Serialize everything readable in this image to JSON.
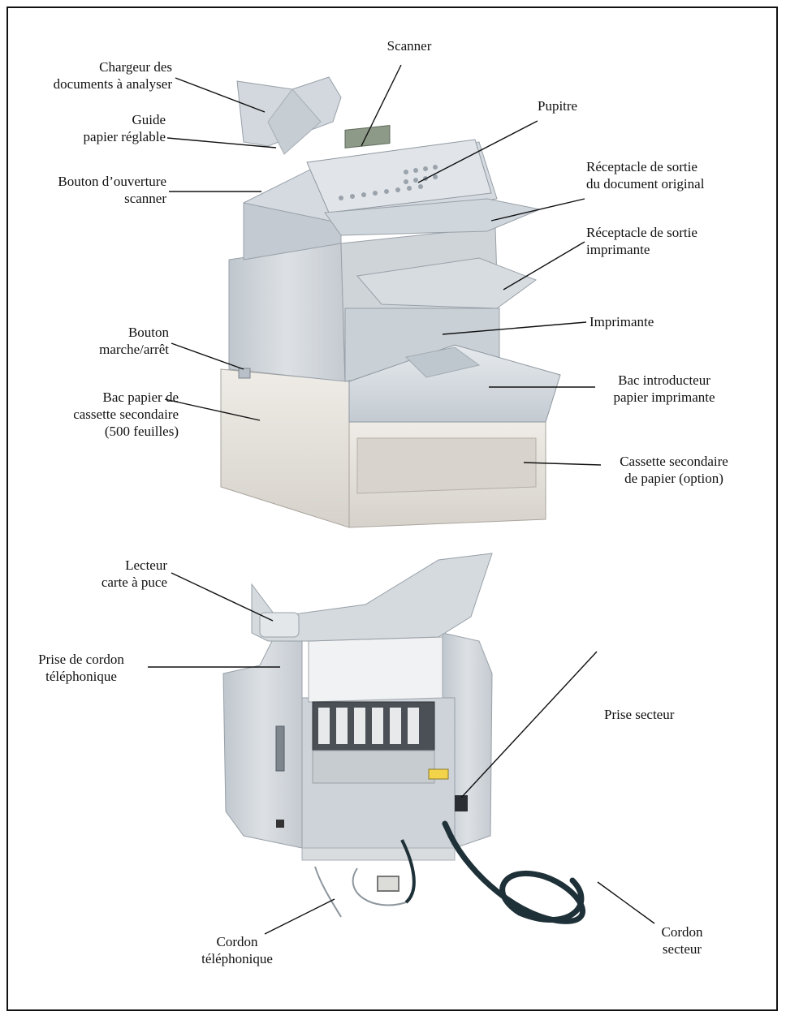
{
  "labels": {
    "scanner": "Scanner",
    "chargeur": "Chargeur des\ndocuments à analyser",
    "guide": "Guide\npapier réglable",
    "pupitre": "Pupitre",
    "bouton_scanner": "Bouton d’ouverture\nscanner",
    "receptacle_original": "Réceptacle de sortie\ndu document original",
    "receptacle_imprimante": "Réceptacle de sortie\nimprimante",
    "imprimante": "Imprimante",
    "bouton_marche": "Bouton\nmarche/arrêt",
    "bac_introducteur": "Bac introducteur\npapier imprimante",
    "bac_cassette": "Bac papier de\ncassette secondaire\n(500 feuilles)",
    "cassette_secondaire": "Cassette secondaire\nde papier (option)",
    "lecteur_carte": "Lecteur\ncarte à puce",
    "prise_secteur": "Prise secteur",
    "prise_cordon_tel": "Prise de cordon\ntéléphonique",
    "cordon_tel": "Cordon\ntéléphonique",
    "cordon_secteur": "Cordon\nsecteur"
  },
  "colors": {
    "body": "#d9dde2",
    "body_shadow": "#b9c0c7",
    "tray": "#cfd6dc",
    "cassette": "#e4e1dc",
    "cable": "#1f3138"
  }
}
